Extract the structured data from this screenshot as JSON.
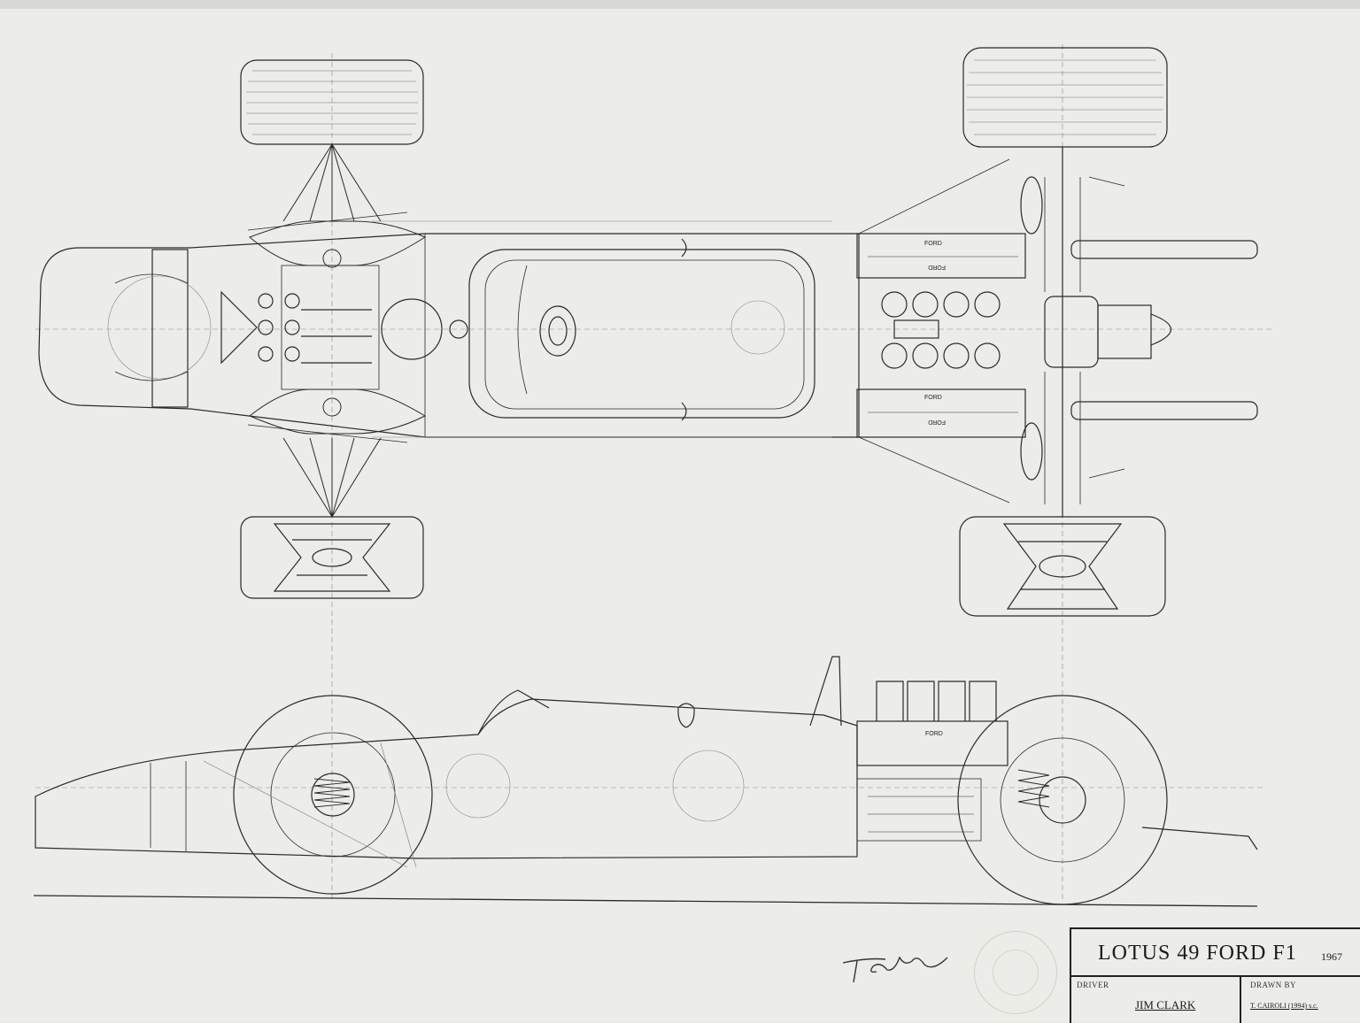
{
  "title_block": {
    "car_name": "LOTUS 49 FORD F1",
    "year": "1967",
    "driver_label": "DRIVER",
    "driver": "JIM CLARK",
    "drawn_by_label": "DRAWN BY",
    "drawn_by": "T. CAIROLI (1994) s.c."
  },
  "engine_markings": [
    "FORD",
    "FORD",
    "FORD",
    "FORD",
    "FORD"
  ],
  "colors": {
    "paper": "#ececE8",
    "ink": "#2a2a2a"
  }
}
